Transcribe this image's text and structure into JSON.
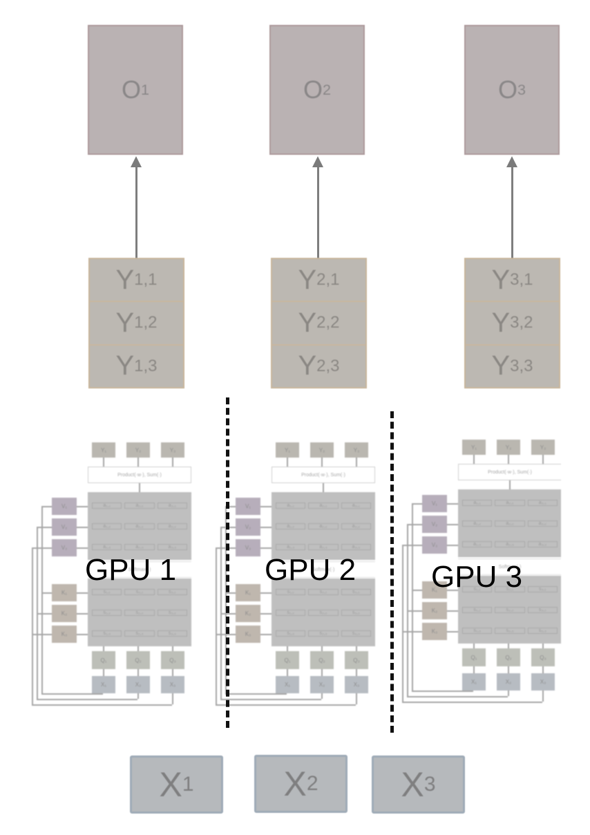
{
  "outputs": [
    {
      "base": "O",
      "sub": "1"
    },
    {
      "base": "O",
      "sub": "2"
    },
    {
      "base": "O",
      "sub": "3"
    }
  ],
  "y_stacks": [
    [
      {
        "base": "Y",
        "sub": "1,1"
      },
      {
        "base": "Y",
        "sub": "1,2"
      },
      {
        "base": "Y",
        "sub": "1,3"
      }
    ],
    [
      {
        "base": "Y",
        "sub": "2,1"
      },
      {
        "base": "Y",
        "sub": "2,2"
      },
      {
        "base": "Y",
        "sub": "2,3"
      }
    ],
    [
      {
        "base": "Y",
        "sub": "3,1"
      },
      {
        "base": "Y",
        "sub": "3,2"
      },
      {
        "base": "Y",
        "sub": "3,3"
      }
    ]
  ],
  "gpus": [
    {
      "label": "GPU 1"
    },
    {
      "label": "GPU 2"
    },
    {
      "label": "GPU 3"
    }
  ],
  "mini_diagram": {
    "y_labels": [
      "Y₁",
      "Y₂",
      "Y₃"
    ],
    "product_label": "Product(·w·), Sum(·)",
    "v_labels": [
      "V₁",
      "V₂",
      "V₃"
    ],
    "k_labels": [
      "K₁",
      "K₂",
      "K₃"
    ],
    "q_labels": [
      "Q₁",
      "Q₂",
      "Q₃"
    ],
    "x_labels": [
      "X₁",
      "X₂",
      "X₃"
    ],
    "a_cells": [
      "a₁,₁",
      "a₂,₁",
      "a₃,₁",
      "a₁,₂",
      "a₂,₂",
      "a₃,₂",
      "a₁,₃",
      "a₂,₃",
      "a₃,₃"
    ],
    "s_cells": [
      "s₁,₁",
      "s₂,₁",
      "s₃,₁",
      "s₁,₂",
      "s₂,₂",
      "s₃,₂",
      "s₁,₃",
      "s₂,₃",
      "s₃,₃"
    ],
    "softmax_label": "Softmax(·)"
  },
  "inputs": [
    {
      "base": "X",
      "sub": "1"
    },
    {
      "base": "X",
      "sub": "2"
    },
    {
      "base": "X",
      "sub": "3"
    }
  ]
}
